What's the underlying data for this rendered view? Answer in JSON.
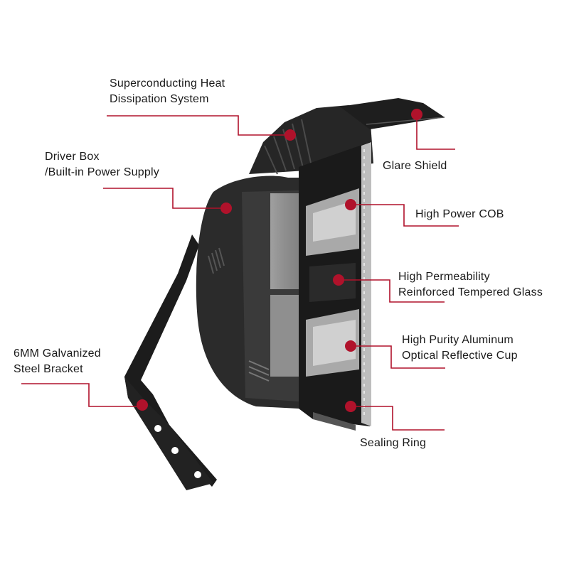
{
  "colors": {
    "accent": "#b0122b",
    "fixture_dark": "#1c1c1c",
    "fixture_mid": "#2e2e2e",
    "module_grey": "#8f8f8f",
    "module_light": "#c9c9c9",
    "text": "#1a1a1a"
  },
  "callouts": [
    {
      "id": "heat-dissipation",
      "lines": [
        "Superconducting Heat",
        "Dissipation System"
      ],
      "icon": "red-dot"
    },
    {
      "id": "driver-box",
      "lines": [
        "Driver Box",
        "/Built-in Power Supply"
      ],
      "icon": "red-dot"
    },
    {
      "id": "glare-shield",
      "lines": [
        "Glare Shield"
      ],
      "icon": "red-dot"
    },
    {
      "id": "high-power-cob",
      "lines": [
        "High Power COB"
      ],
      "icon": "red-dot"
    },
    {
      "id": "tempered-glass",
      "lines": [
        "High Permeability",
        "Reinforced Tempered Glass"
      ],
      "icon": "red-dot"
    },
    {
      "id": "reflective-cup",
      "lines": [
        "High Purity Aluminum",
        "Optical Reflective Cup"
      ],
      "icon": "red-dot"
    },
    {
      "id": "steel-bracket",
      "lines": [
        "6MM Galvanized",
        "Steel Bracket"
      ],
      "icon": "red-dot"
    },
    {
      "id": "sealing-ring",
      "lines": [
        "Sealing Ring"
      ],
      "icon": "red-dot"
    }
  ]
}
